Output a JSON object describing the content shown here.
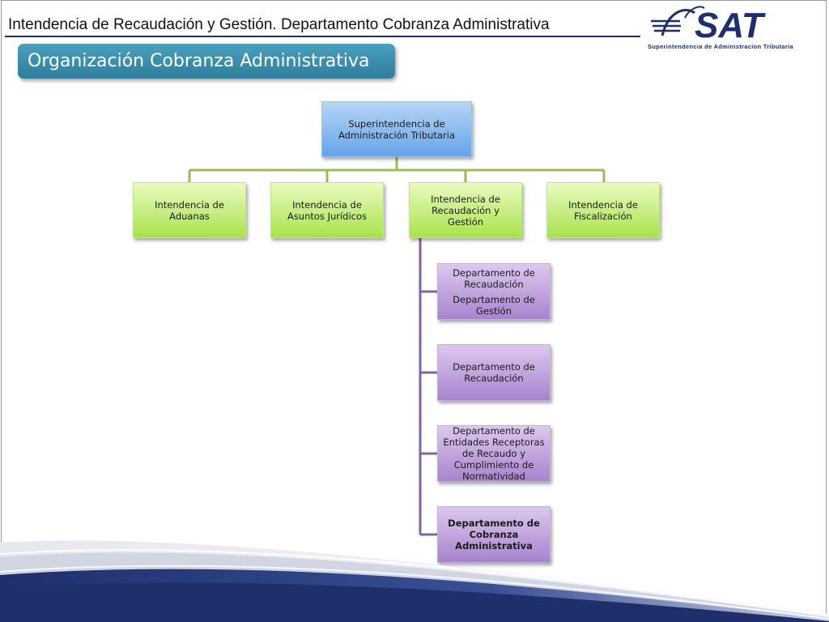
{
  "header": {
    "title": "Intendencia de Recaudación y Gestión.  Departamento Cobranza Administrativa",
    "logo_text": "SAT",
    "logo_tagline": "Superintendencia de Administracion Tributaria"
  },
  "section_title": "Organización Cobranza Administrativa",
  "org_chart": {
    "root": "Superintendencia de Administración Tributaria",
    "intendencias": [
      "Intendencia de Aduanas",
      "Intendencia de Asuntos Jurídicos",
      "Intendencia de Recaudación y Gestión",
      "Intendencia de Fiscalización"
    ],
    "departamentos": [
      {
        "label": "Departamento de Recaudación",
        "sublabel": "Departamento de Gestión"
      },
      {
        "label": "Departamento de Recaudación"
      },
      {
        "label": "Departamento de Entidades Receptoras de Recaudo y Cumplimiento de Normatividad"
      },
      {
        "label": "Departamento de Cobranza Administrativa",
        "highlighted": true
      }
    ]
  },
  "colors": {
    "header_rule": "#1f2f6e",
    "section_pill": "#3a8fae",
    "root_box": "#66a3ea",
    "intendencia_box": "#a8e24c",
    "departamento_box": "#a784cd",
    "green_connector": "#9bbb59",
    "purple_connector": "#8064a2"
  }
}
